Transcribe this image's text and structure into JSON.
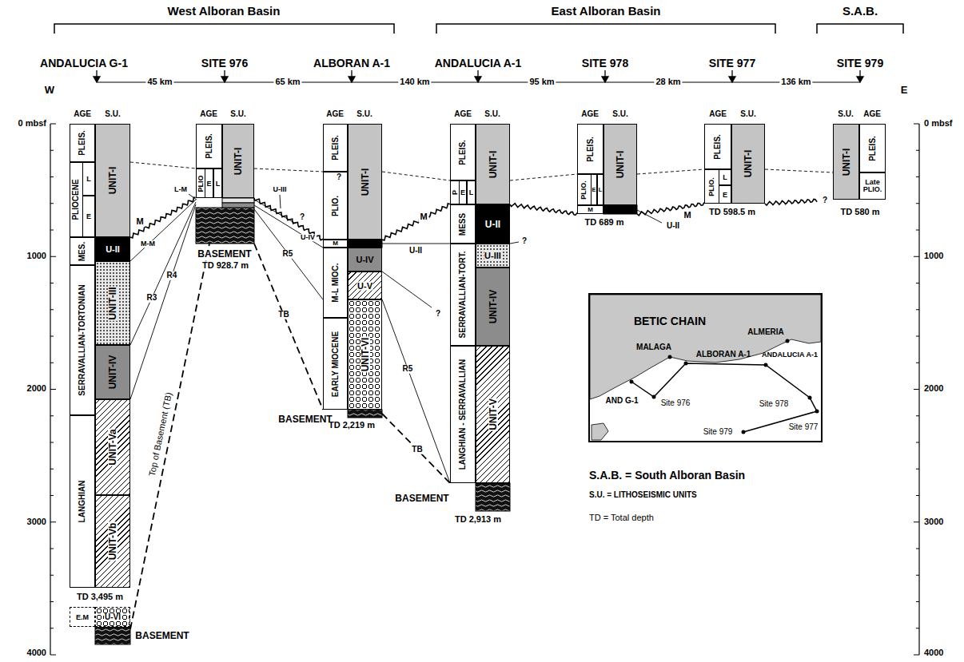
{
  "diagram": {
    "nodes": [
      {
        "text": [
          "PLEIS."
        ]
      },
      {
        "text": [
          "PLIOCENE"
        ]
      },
      {
        "text": [
          "L"
        ],
        "in": 1
      },
      {
        "text": [
          "E"
        ],
        "in": 1
      },
      {
        "text": [
          "MES."
        ]
      },
      {
        "text": [
          "SERRAVALLIAN-TORTONIAN"
        ]
      },
      {
        "text": [
          "LANGHIAN"
        ]
      },
      {
        "text": [
          "UNIT-I"
        ]
      },
      {
        "text": [
          "U-II"
        ]
      },
      {
        "text": [
          "UNIT-III"
        ]
      },
      {
        "text": [
          "UNIT-IV"
        ]
      },
      {
        "text": [
          "UNIT-Va"
        ]
      },
      {
        "text": [
          "UNIT-Vb"
        ]
      },
      {
        "text": [
          "E.M"
        ]
      },
      {
        "text": [
          "U-VI"
        ]
      },
      {
        "text": [
          "PLEIS."
        ]
      },
      {
        "text": [
          "PLIO"
        ]
      },
      {
        "text": [
          "E"
        ],
        "in": 16
      },
      {
        "text": [
          "L"
        ],
        "in": 16
      },
      {
        "text": [
          "UNIT-I"
        ]
      },
      {
        "text": [
          "PLEIS."
        ]
      },
      {
        "text": [
          "PLIO."
        ]
      },
      {
        "text": [
          "M"
        ]
      },
      {
        "text": [
          "M-L MIOC."
        ]
      },
      {
        "text": [
          "EARLY MIOCENE"
        ]
      },
      {
        "text": [
          "UNIT-I"
        ]
      },
      {
        "text": [
          "U-IV"
        ]
      },
      {
        "text": [
          "U-V"
        ]
      },
      {
        "text": [
          "UNIT-VI"
        ]
      },
      {
        "text": [
          "PLEIS."
        ]
      },
      {
        "text": [
          "P"
        ]
      },
      {
        "text": [
          "E"
        ],
        "in": 30
      },
      {
        "text": [
          "L"
        ],
        "in": 30
      },
      {
        "text": [
          "MESS"
        ]
      },
      {
        "text": [
          "SERRAVALLIAN-TORT."
        ]
      },
      {
        "text": [
          "LANGHIAN - SERRAVALLIAN"
        ]
      },
      {
        "text": [
          "UNIT-I"
        ]
      },
      {
        "text": [
          "U-II"
        ]
      },
      {
        "text": [
          "U-III"
        ]
      },
      {
        "text": [
          "UNIT-IV"
        ]
      },
      {
        "text": [
          "UNIT-V"
        ]
      },
      {
        "text": [
          "PLEIS."
        ]
      },
      {
        "text": [
          "PLIO."
        ]
      },
      {
        "text": [
          "E"
        ],
        "in": 42
      },
      {
        "text": [
          "L"
        ],
        "in": 42
      },
      {
        "text": [
          "M"
        ]
      },
      {
        "text": [
          "UNIT-I"
        ]
      },
      {
        "text": [
          "PLEIS."
        ]
      },
      {
        "text": [
          "PLIO."
        ]
      },
      {
        "text": [
          "L"
        ],
        "in": 48
      },
      {
        "text": [
          "E"
        ],
        "in": 48
      },
      {
        "text": [
          "UNIT-I"
        ]
      },
      {
        "text": [
          "UNIT-I"
        ]
      },
      {
        "text": [
          "PLEIS."
        ]
      },
      {
        "text": [
          "Late PLIO."
        ]
      }
    ],
    "labels": [
      "West Alboran Basin",
      "East Alboran Basin",
      "S.A.B.",
      "ANDALUCIA G-1",
      "SITE 976",
      "ALBORAN A-1",
      "ANDALUCIA A-1",
      "SITE 978",
      "SITE 977",
      "SITE 979",
      "W",
      "E",
      "45 km",
      "65 km",
      "140 km",
      "95 km",
      "28 km",
      "136 km",
      "AGE",
      "S.U.",
      "AGE",
      "S.U.",
      "AGE",
      "S.U.",
      "AGE",
      "S.U.",
      "AGE",
      "S.U.",
      "AGE",
      "S.U.",
      "S.U.",
      "AGE",
      "0 mbsf",
      "1000",
      "2000",
      "3000",
      "4000",
      "0 mbsf",
      "1000",
      "2000",
      "3000",
      "4000",
      "TD 3,495 m",
      "TD 928.7 m",
      "TD 2,219 m",
      "TD 2,913 m",
      "TD 689 m",
      "TD 598.5 m",
      "TD 580 m",
      "BASEMENT",
      "BASEMENT",
      "BASEMENT",
      "BASEMENT",
      "M",
      "M",
      "M",
      "M-M",
      "L-M",
      "U-III",
      "U-IV",
      "U-II",
      "?",
      "?",
      "?",
      "?",
      "?",
      "R3",
      "R4",
      "R5",
      "R5",
      "TB",
      "TB",
      "Top of Basement (TB)",
      "U-II",
      "BETIC CHAIN",
      "MALAGA",
      "ALMERIA",
      "ALBORAN A-1",
      "ANDALUCIA A-1",
      "AND G-1",
      "Site 976",
      "Site 978",
      "Site 977",
      "Site 979",
      "S.A.B. = South Alboran Basin",
      "S.U. = LITHOSEISMIC UNITS",
      "TD = Total depth"
    ]
  }
}
